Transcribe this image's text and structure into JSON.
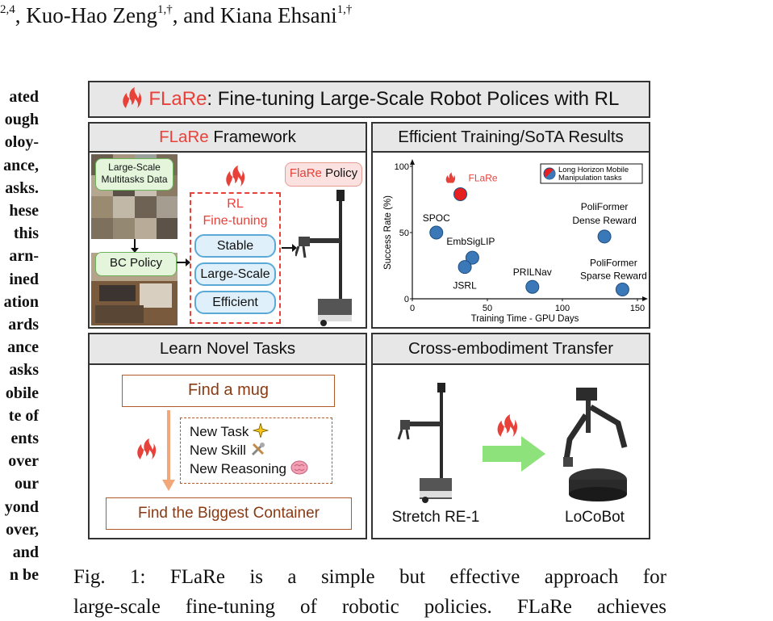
{
  "authors_line": {
    "prefix": "2,4",
    "name1": ", Kuo-Hao Zeng",
    "sup1": "1,†",
    "name2": ", and Kiana Ehsani",
    "sup2": "1,†"
  },
  "left_column": [
    "ated",
    "ough",
    "oloy-",
    "ance,",
    "asks.",
    "hese",
    "this",
    "arn-",
    "ined",
    "ation",
    "ards",
    "ance",
    "asks",
    "obile",
    "te of",
    "ents",
    "over",
    "our",
    "yond",
    "over,",
    "and",
    "n be"
  ],
  "figure": {
    "title_brand": "FLaRe",
    "title_rest": ": Fine-tuning Large-Scale Robot Polices with RL",
    "framework": {
      "title_brand": "FLaRe",
      "title_rest": " Framework",
      "data_label": "Large-Scale Multitasks Data",
      "bc_label": "BC Policy",
      "rl_label": "RL",
      "finetune_label": "Fine-tuning",
      "pills": [
        "Stable",
        "Large-Scale",
        "Efficient"
      ],
      "policy_brand": "FlaRe",
      "policy_rest": " Policy"
    },
    "results": {
      "title": "Efficient Training/SoTA Results",
      "legend": "Long Horizon Mobile Manipulation tasks"
    },
    "novel": {
      "title": "Learn Novel Tasks",
      "top_task": "Find a mug",
      "items": [
        "New Task",
        "New Skill",
        "New Reasoning"
      ],
      "bottom_task": "Find the Biggest Container"
    },
    "transfer": {
      "title": "Cross-embodiment Transfer",
      "left_robot": "Stretch RE-1",
      "right_robot": "LoCoBot"
    }
  },
  "chart_data": {
    "type": "scatter",
    "xlabel": "Training Time - GPU Days",
    "ylabel": "Success Rate (%)",
    "xlim": [
      0,
      150
    ],
    "ylim": [
      0,
      100
    ],
    "xticks": [
      0,
      50,
      100,
      150
    ],
    "yticks": [
      0,
      50,
      100
    ],
    "points": [
      {
        "label": "FLaRe",
        "x": 32,
        "y": 79,
        "color": "#e62020"
      },
      {
        "label": "SPOC",
        "x": 16,
        "y": 50,
        "color": "#3b78b8"
      },
      {
        "label": "EmbSigLIP",
        "x": 40,
        "y": 31,
        "color": "#3b78b8"
      },
      {
        "label": "JSRL",
        "x": 35,
        "y": 24,
        "color": "#3b78b8"
      },
      {
        "label": "PRILNav",
        "x": 80,
        "y": 9,
        "color": "#3b78b8"
      },
      {
        "label": "PoliFormer Dense Reward",
        "x": 128,
        "y": 47,
        "color": "#3b78b8"
      },
      {
        "label": "PoliFormer Sparse Reward",
        "x": 140,
        "y": 7,
        "color": "#3b78b8"
      }
    ]
  },
  "caption": [
    [
      "Fig.",
      "1:",
      "FLaRe",
      "is",
      "a",
      "simple",
      "but",
      "effective",
      "approach",
      "for"
    ],
    [
      "large-scale",
      "fine-tuning",
      "of",
      "robotic",
      "policies.",
      "FLaRe",
      "achieves"
    ]
  ]
}
